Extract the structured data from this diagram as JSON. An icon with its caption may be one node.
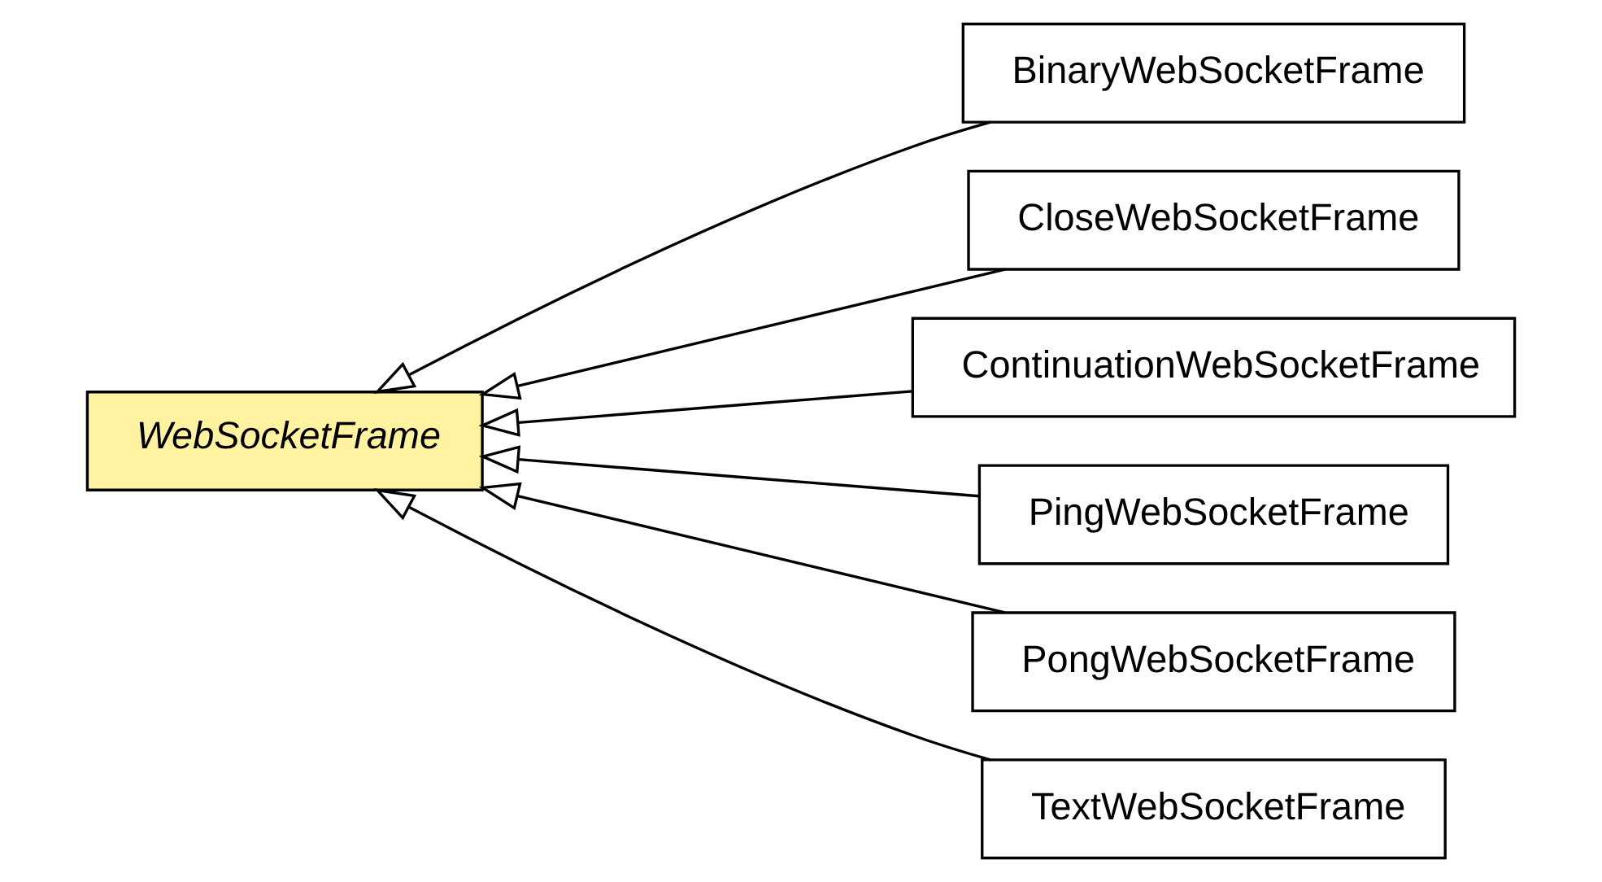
{
  "diagram": {
    "nodes": [
      {
        "text": [
          "WebSocketFrame"
        ]
      },
      {
        "text": [
          "BinaryWebSocketFrame"
        ]
      },
      {
        "text": [
          "CloseWebSocketFrame"
        ]
      },
      {
        "text": [
          "ContinuationWebSocketFrame"
        ]
      },
      {
        "text": [
          "PingWebSocketFrame"
        ]
      },
      {
        "text": [
          "PongWebSocketFrame"
        ]
      },
      {
        "text": [
          "TextWebSocketFrame"
        ]
      }
    ],
    "edges": [
      {
        "from": 1,
        "to": 0,
        "arrow": "to"
      },
      {
        "from": 2,
        "to": 0,
        "arrow": "to"
      },
      {
        "from": 3,
        "to": 0,
        "arrow": "to"
      },
      {
        "from": 4,
        "to": 0,
        "arrow": "to"
      },
      {
        "from": 5,
        "to": 0,
        "arrow": "to"
      },
      {
        "from": 6,
        "to": 0,
        "arrow": "to"
      }
    ]
  }
}
